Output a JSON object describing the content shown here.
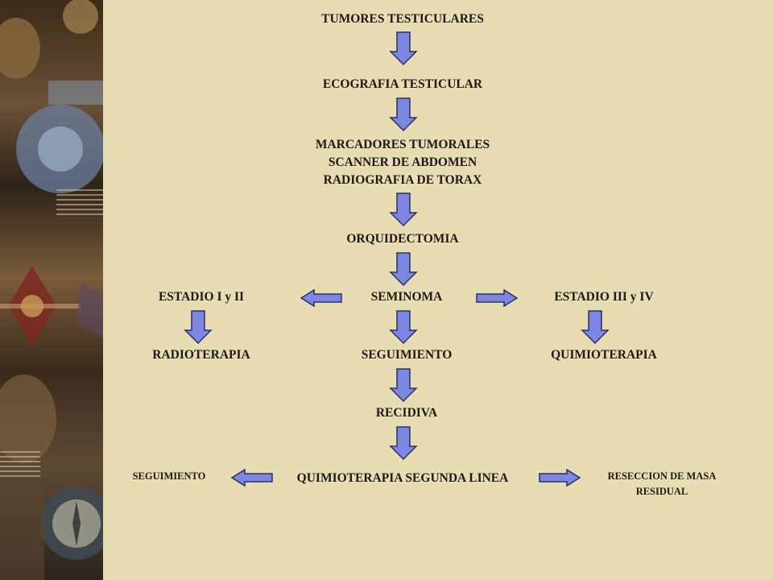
{
  "nodes": {
    "tumores": "TUMORES TESTICULARES",
    "ecografia": "ECOGRAFIA TESTICULAR",
    "marcadores_1": "MARCADORES TUMORALES",
    "marcadores_2": "SCANNER DE ABDOMEN",
    "marcadores_3": "RADIOGRAFIA DE TORAX",
    "orquidectomia": "ORQUIDECTOMIA",
    "estadio_1_2": "ESTADIO I y II",
    "seminoma": "SEMINOMA",
    "estadio_3_4": "ESTADIO III y IV",
    "radioterapia": "RADIOTERAPIA",
    "seguimiento": "SEGUIMIENTO",
    "quimioterapia": "QUIMIOTERAPIA",
    "recidiva": "RECIDIVA",
    "seguimiento_2": "SEGUIMIENTO",
    "quimio_segunda": "QUIMIOTERAPIA SEGUNDA LINEA",
    "reseccion_1": "RESECCION DE MASA",
    "reseccion_2": "RESIDUAL"
  },
  "colors": {
    "background": "#e8ddb2",
    "arrow_fill": "#7d86e0",
    "arrow_stroke": "#2a2f66",
    "text": "#1a1a1a"
  }
}
